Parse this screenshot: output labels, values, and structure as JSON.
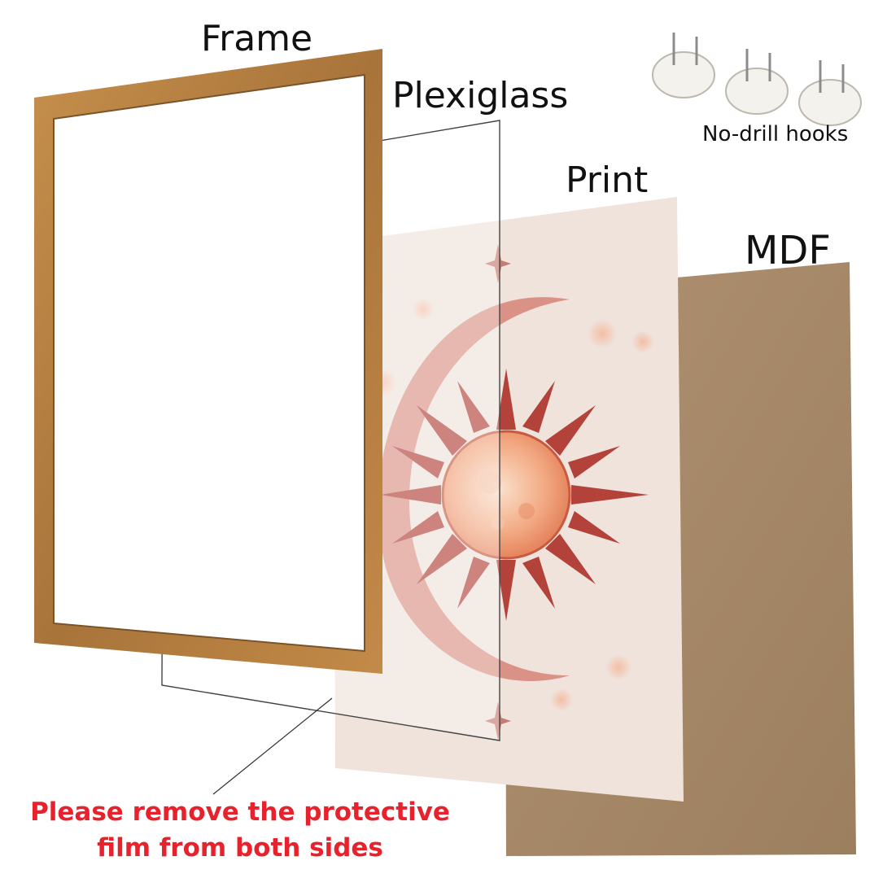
{
  "labels": {
    "frame": "Frame",
    "plexiglass": "Plexiglass",
    "print": "Print",
    "mdf": "MDF",
    "hooks": "No-drill hooks"
  },
  "notice": {
    "line1": "Please remove the protective",
    "line2": "film from both sides",
    "color": "#e8222c"
  },
  "colors": {
    "frame_wood": "#b07a3c",
    "mdf_board": "#a88b68",
    "print_paper": "#efe3db",
    "print_art": "#c0443a"
  },
  "icons": [
    "hook-icon",
    "sun-icon",
    "crescent-moon-icon",
    "sparkle-icon"
  ]
}
